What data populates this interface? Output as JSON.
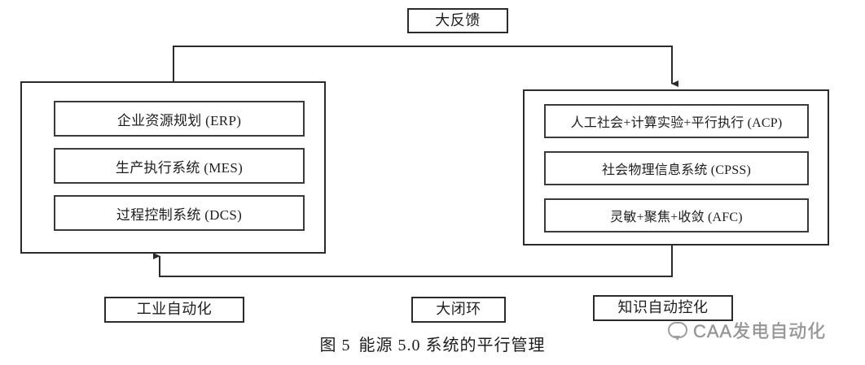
{
  "figure": {
    "caption_number": "图 5",
    "caption_text": "能源 5.0 系统的平行管理"
  },
  "nodes": {
    "feedback_top": "大反馈",
    "left_group": {
      "items": [
        "企业资源规划 (ERP)",
        "生产执行系统 (MES)",
        "过程控制系统 (DCS)"
      ]
    },
    "right_group": {
      "items": [
        "人工社会+计算实验+平行执行 (ACP)",
        "社会物理信息系统 (CPSS)",
        "灵敏+聚焦+收敛 (AFC)"
      ]
    },
    "bottom_row": [
      "工业自动化",
      "大闭环",
      "知识自动控化"
    ]
  },
  "connectors": {
    "top_loop_name": "大反馈",
    "bottom_loop_name": "大闭环"
  },
  "watermark": {
    "text": "CAA发电自动化",
    "icon": "chat-bubble-icon"
  },
  "colors": {
    "stroke": "#2b2b2b",
    "inner_stroke": "#3a3a3a",
    "text": "#1d1d1d",
    "background": "#ffffff",
    "watermark": "#6f6f6f"
  }
}
